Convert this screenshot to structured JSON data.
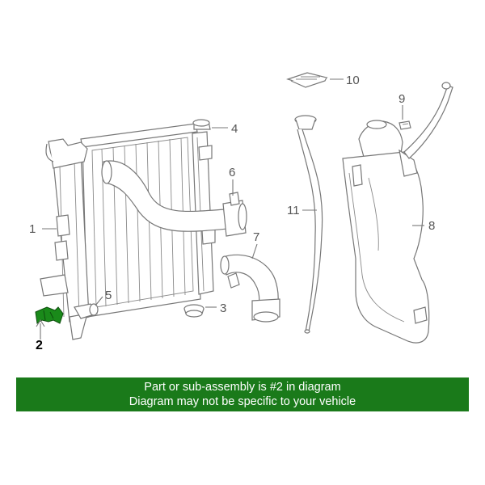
{
  "callouts": {
    "c1": "1",
    "c2": "2",
    "c3": "3",
    "c4": "4",
    "c5": "5",
    "c6": "6",
    "c7": "7",
    "c8": "8",
    "c9": "9",
    "c10": "10",
    "c11": "11"
  },
  "highlight": {
    "part_number": "2",
    "color": "#1a8a1a"
  },
  "banner": {
    "line1": "Part or sub-assembly is #2 in diagram",
    "line2": "Diagram may not be specific to your vehicle",
    "background": "#1a7a1a",
    "text_color": "#ffffff"
  }
}
